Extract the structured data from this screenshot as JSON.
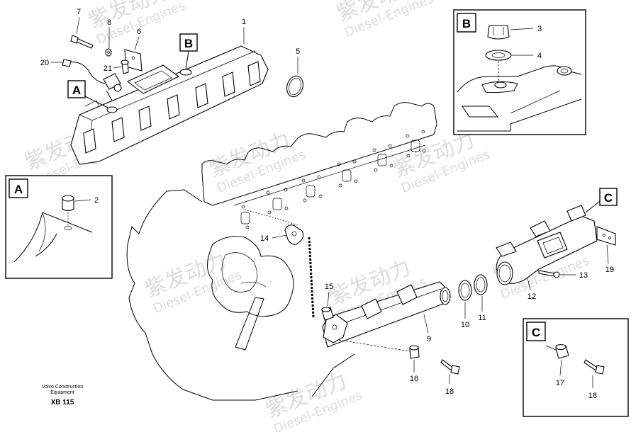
{
  "watermark": {
    "brand": "紫发动力",
    "sub": "Diesel-Engines"
  },
  "detail_boxes": {
    "A": "A",
    "B": "B",
    "C": "C"
  },
  "callouts": {
    "A": "A",
    "B": "B",
    "C": "C"
  },
  "part_numbers": {
    "p1": "1",
    "p2": "2",
    "p3": "3",
    "p4": "4",
    "p5": "5",
    "p6": "6",
    "p7": "7",
    "p8": "8",
    "p9": "9",
    "p10": "10",
    "p11": "11",
    "p12": "12",
    "p13": "13",
    "p14": "14",
    "p15": "15",
    "p16": "16",
    "p17": "17",
    "p18a": "18",
    "p18b": "18",
    "p19": "19",
    "p20": "20",
    "p21": "21"
  },
  "footer": {
    "line1": "Volvo Construction",
    "line2": "Equipment",
    "code": "XB 115"
  }
}
